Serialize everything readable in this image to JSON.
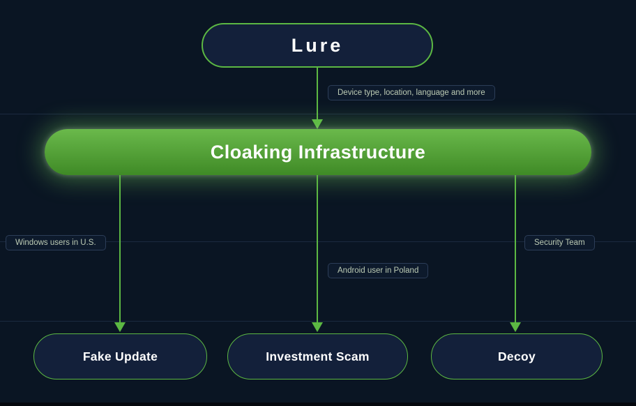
{
  "diagram": {
    "title_node": {
      "label": "Lure"
    },
    "hub_node": {
      "label": "Cloaking Infrastructure"
    },
    "outcome_nodes": {
      "fake_update": {
        "label": "Fake Update"
      },
      "investment_scam": {
        "label": "Investment Scam"
      },
      "decoy": {
        "label": "Decoy"
      }
    },
    "edge_labels": {
      "device": {
        "text": "Device type, location, language and more"
      },
      "windows": {
        "text": "Windows users in U.S."
      },
      "android": {
        "text": "Android user in Poland"
      },
      "security": {
        "text": "Security Team"
      }
    }
  },
  "colors": {
    "background": "#0a1523",
    "divider": "#1b2a40",
    "accent_green": "#5cb843",
    "bar_gradient_top": "#6ab94b",
    "bar_gradient_bottom": "#3f8a26",
    "node_fill": "#13203a",
    "node_text": "#ffffff",
    "label_fill": "#0d1a2c",
    "label_border": "#2c3d58",
    "label_text": "#bccbb4"
  }
}
